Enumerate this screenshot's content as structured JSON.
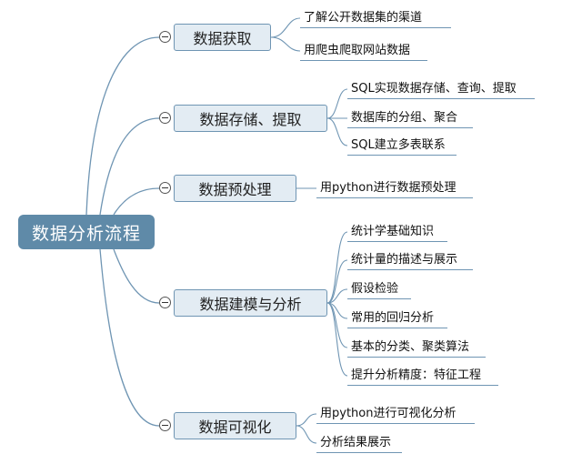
{
  "root": {
    "label": "数据分析流程"
  },
  "branches": [
    {
      "label": "数据获取",
      "leaves": [
        "了解公开数据集的渠道",
        "用爬虫爬取网站数据"
      ]
    },
    {
      "label": "数据存储、提取",
      "leaves": [
        "SQL实现数据存储、查询、提取",
        "数据库的分组、聚合",
        "SQL建立多表联系"
      ]
    },
    {
      "label": "数据预处理",
      "leaves": [
        "用python进行数据预处理"
      ]
    },
    {
      "label": "数据建模与分析",
      "leaves": [
        "统计学基础知识",
        "统计量的描述与展示",
        "假设检验",
        "常用的回归分析",
        "基本的分类、聚类算法",
        "提升分析精度：特征工程"
      ]
    },
    {
      "label": "数据可视化",
      "leaves": [
        "用python进行可视化分析",
        "分析结果展示"
      ]
    }
  ],
  "colors": {
    "root_bg": "#5f8aa8",
    "branch_bg": "#e3ecf3",
    "branch_border": "#6f95b3",
    "line": "#6f95b3"
  }
}
